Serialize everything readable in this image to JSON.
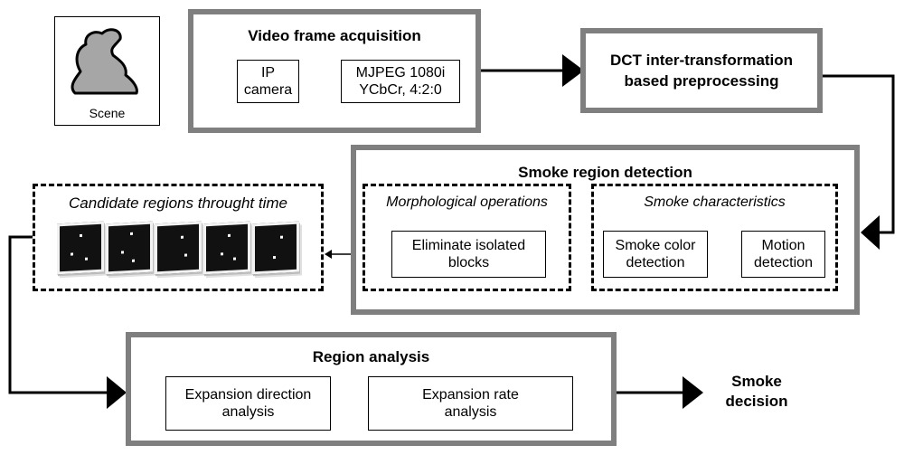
{
  "scene": {
    "label": "Scene"
  },
  "acquisition": {
    "title": "Video frame acquisition",
    "ip_camera": [
      "IP",
      "camera"
    ],
    "format": [
      "MJPEG 1080i",
      "YCbCr, 4:2:0"
    ]
  },
  "dct": {
    "label": [
      "DCT inter-transformation",
      "based preprocessing"
    ]
  },
  "smoke_detection": {
    "title": "Smoke region detection",
    "morph": {
      "title": "Morphological operations",
      "eliminate": [
        "Eliminate isolated",
        "blocks"
      ]
    },
    "characteristics": {
      "title": "Smoke characteristics",
      "color": [
        "Smoke color",
        "detection"
      ],
      "motion": [
        "Motion",
        "detection"
      ]
    }
  },
  "candidates": {
    "title": "Candidate regions throught time",
    "frame_count": 5
  },
  "region_analysis": {
    "title": "Region analysis",
    "direction": [
      "Expansion direction",
      "analysis"
    ],
    "rate": [
      "Expansion rate",
      "analysis"
    ]
  },
  "decision": {
    "label": [
      "Smoke",
      "decision"
    ]
  }
}
